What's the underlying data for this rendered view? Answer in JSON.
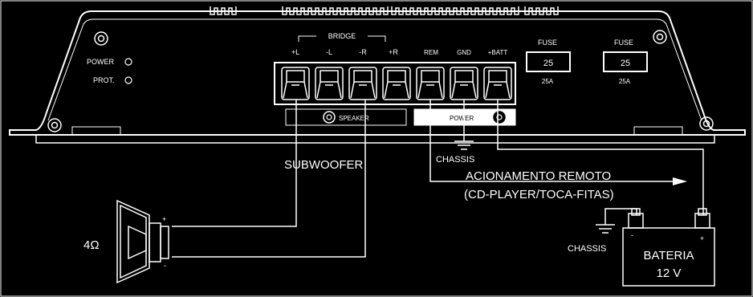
{
  "leds": {
    "power": "POWER",
    "prot": "PROT."
  },
  "bridge_label": "BRIDGE",
  "speaker_terminals": [
    "+L",
    "-L",
    "-R",
    "+R"
  ],
  "power_terminals": [
    "REM",
    "GND",
    "+BATT"
  ],
  "fuses": [
    {
      "label": "FUSE",
      "value": "25",
      "rating": "25A"
    },
    {
      "label": "FUSE",
      "value": "25",
      "rating": "25A"
    }
  ],
  "speaker_panel_label": "SPEAKER",
  "power_panel_label": "POWER",
  "subwoofer_label": "SUBWOOFER",
  "chassis_label_top": "CHASSIS",
  "chassis_label_battery": "CHASSIS",
  "remote_line1": "ACIONAMENTO REMOTO",
  "remote_line2": "(CD-PLAYER/TOCA-FITAS)",
  "impedance": "4Ω",
  "speaker_plus": "+",
  "speaker_minus": "-",
  "battery": {
    "line1": "BATERIA",
    "line2": "12 V",
    "minus": "-",
    "plus": "+"
  }
}
